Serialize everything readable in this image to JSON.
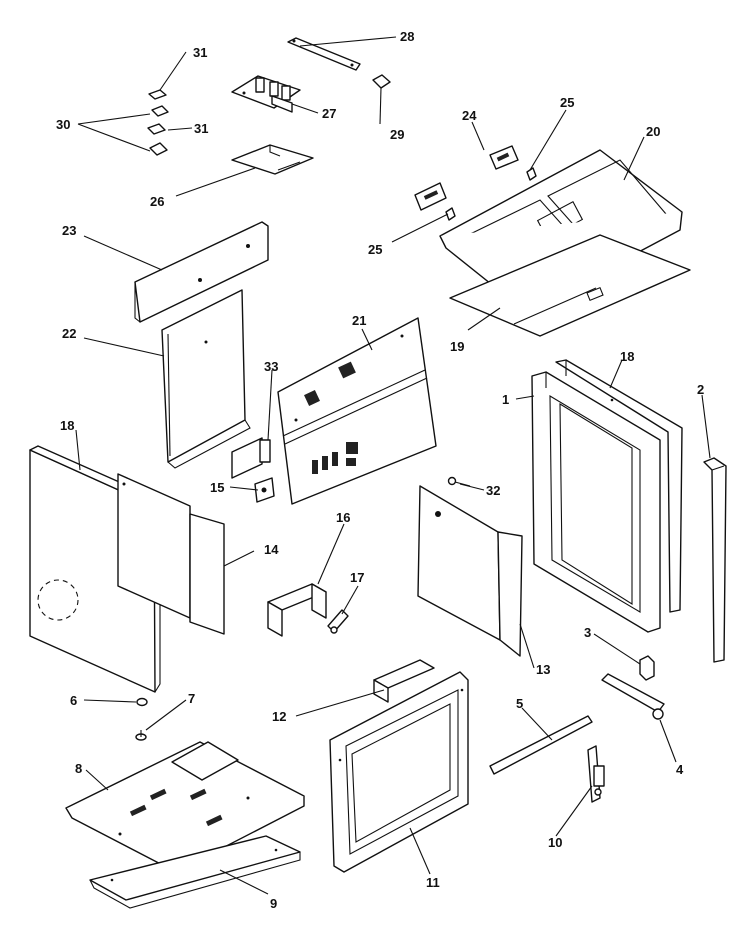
{
  "callouts": {
    "c1": "1",
    "c2": "2",
    "c3": "3",
    "c4": "4",
    "c5": "5",
    "c6": "6",
    "c7": "7",
    "c8": "8",
    "c9": "9",
    "c10": "10",
    "c11": "11",
    "c12": "12",
    "c13": "13",
    "c14": "14",
    "c15": "15",
    "c16": "16",
    "c17": "17",
    "c18a": "18",
    "c18b": "18",
    "c19": "19",
    "c20": "20",
    "c21": "21",
    "c22": "22",
    "c23": "23",
    "c24": "24",
    "c25a": "25",
    "c25b": "25",
    "c26": "26",
    "c27": "27",
    "c28": "28",
    "c29": "29",
    "c30": "30",
    "c31a": "31",
    "c31b": "31",
    "c32": "32",
    "c33": "33"
  }
}
